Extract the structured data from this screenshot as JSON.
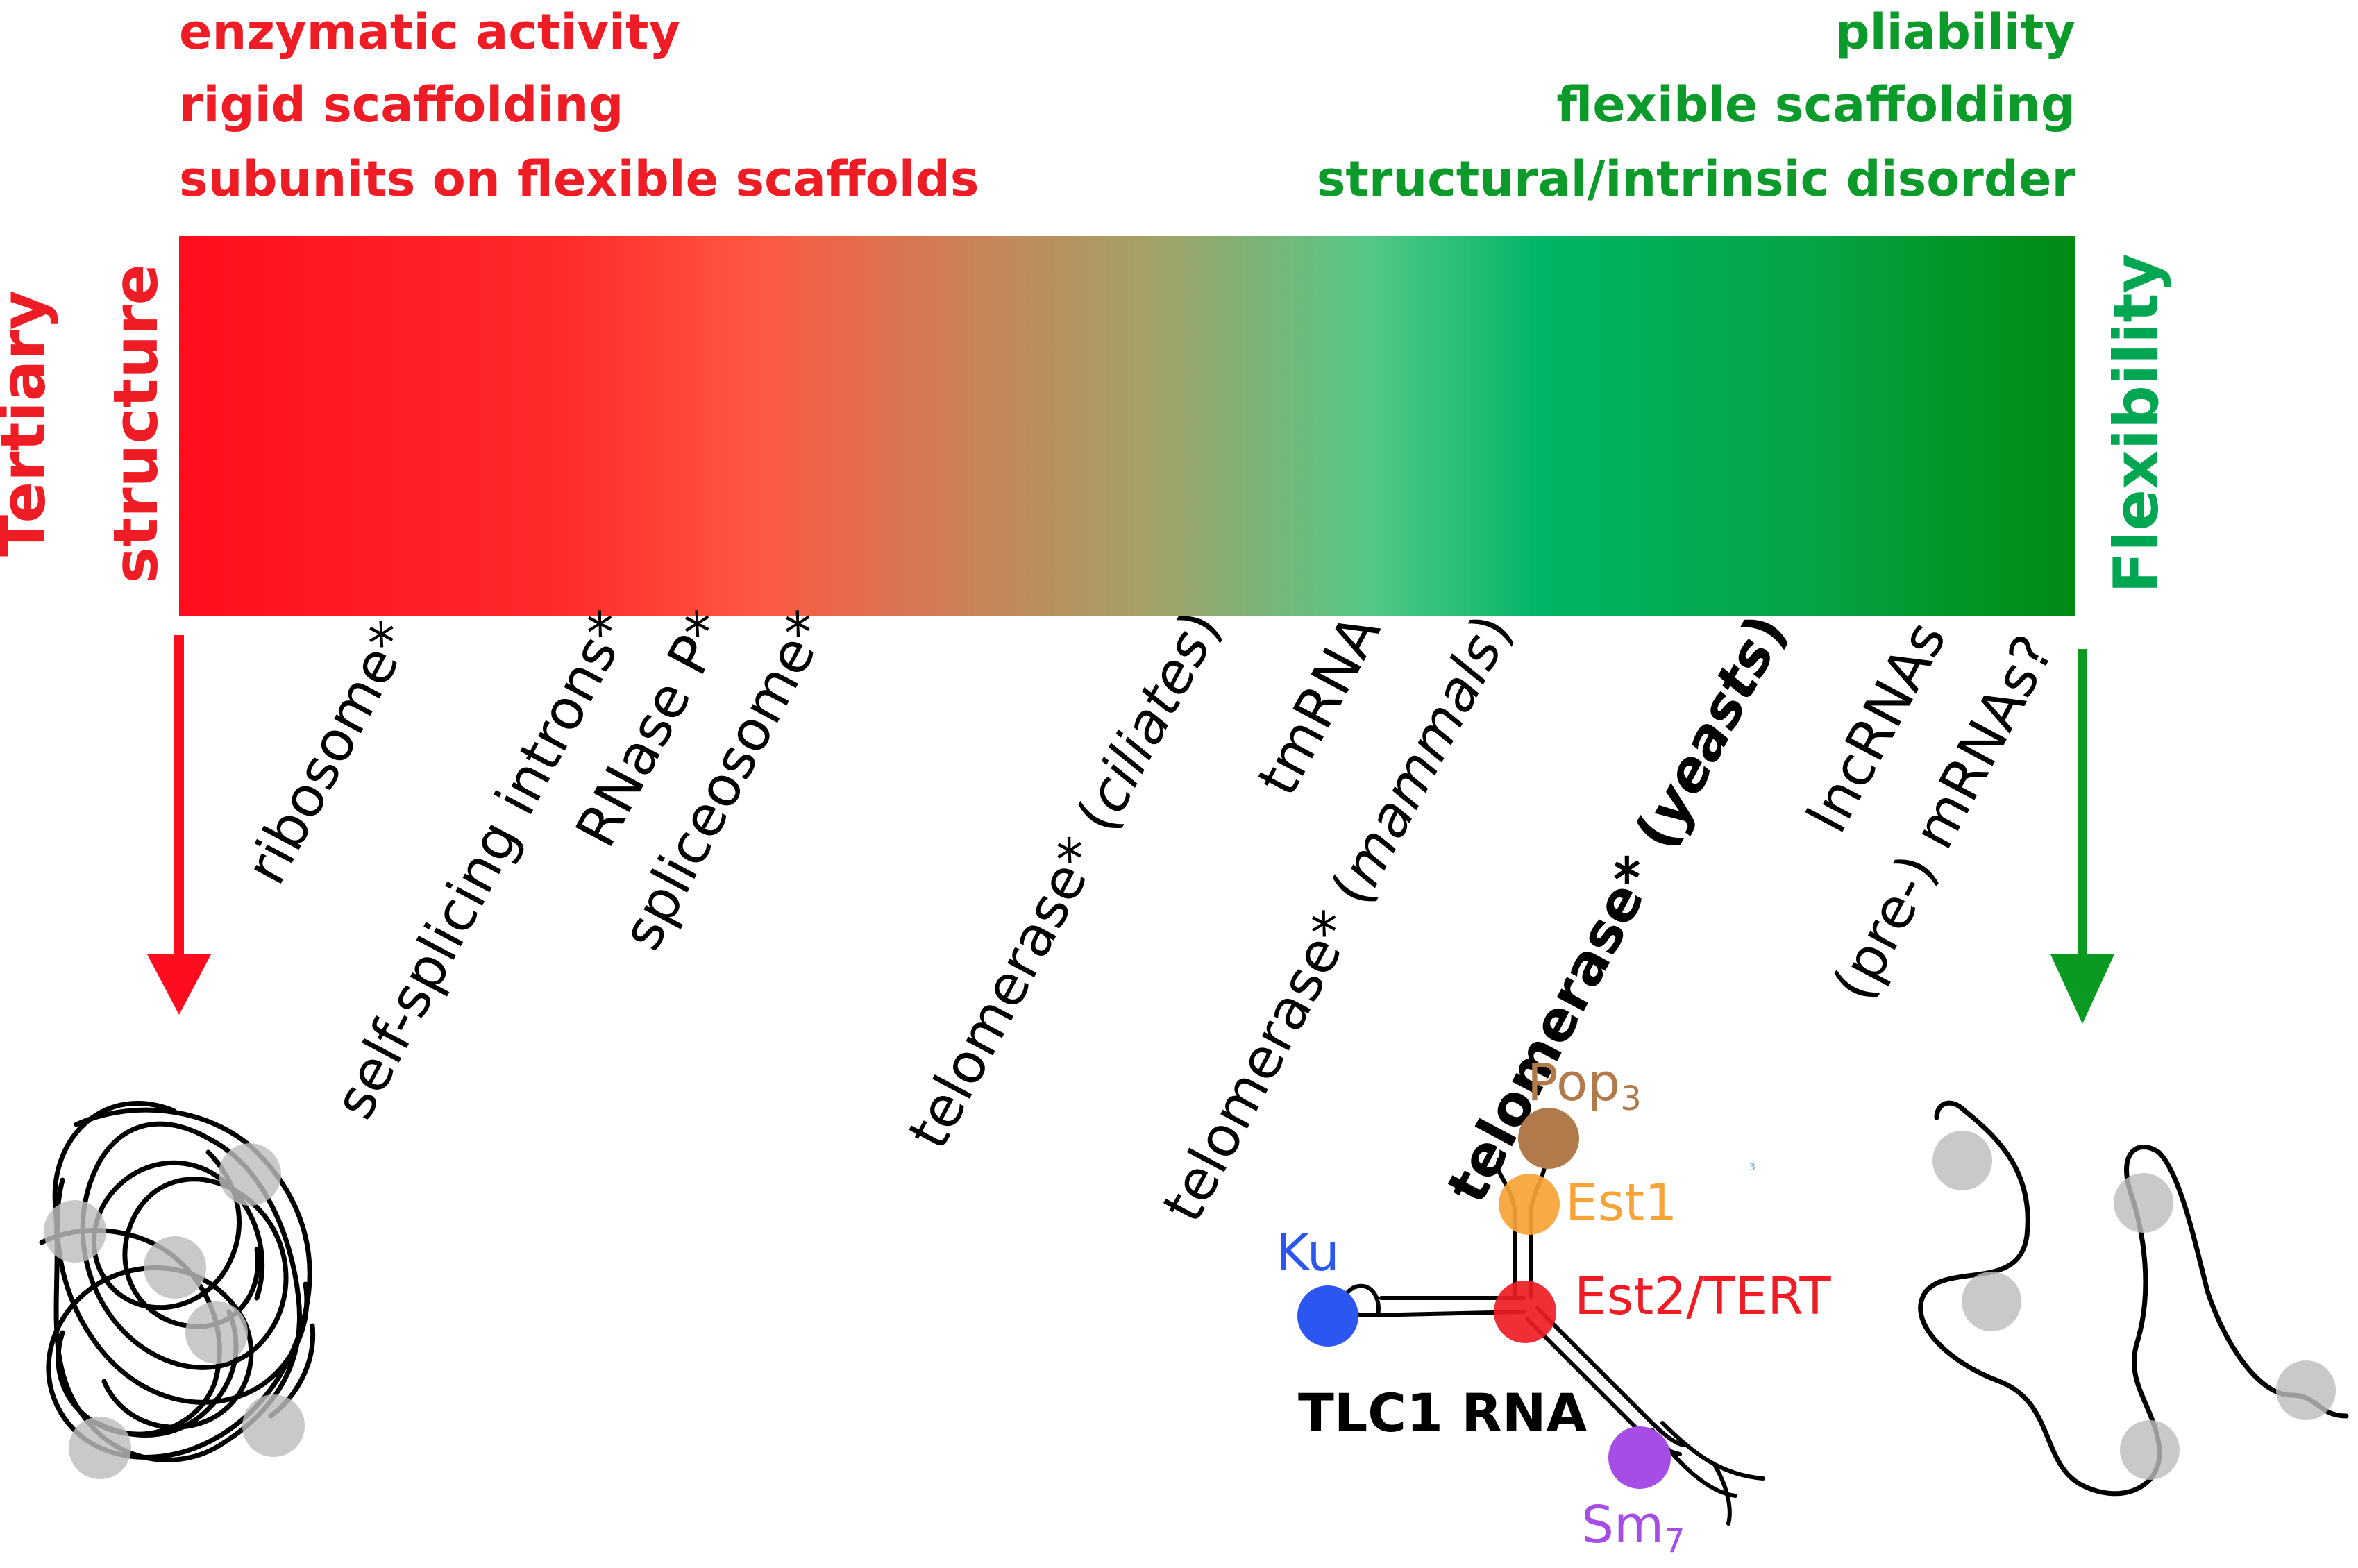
{
  "left_properties": [
    "enzymatic activity",
    "rigid scaffolding",
    "subunits on flexible scaffolds"
  ],
  "right_properties": [
    "pliability",
    "flexible scaffolding",
    "structural/intrinsic disorder"
  ],
  "left_axis": [
    "Tertiary",
    "structure"
  ],
  "right_axis": "Flexibility",
  "examples": {
    "ribosome": "ribosome*",
    "introns": "self-splicing introns*",
    "rnasep": "RNase P*",
    "spliceosome": "spliceosome*",
    "tel_ciliates_prefix": "telomerase* (",
    "tel_ciliates_species": "ciliates",
    "tel_ciliates_suffix": ")",
    "tmrna": "tmRNA",
    "tel_mammals_prefix": "telomerase* (",
    "tel_mammals_species": "mammals",
    "tel_mammals_suffix": ")",
    "tel_yeasts_prefix": "telomerase* (",
    "tel_yeasts_species": "yeasts",
    "tel_yeasts_suffix": ")",
    "lncrnas": "lncRNAs",
    "mrnas": "(pre-) mRNAs?"
  },
  "tlc1": {
    "rna_label": "TLC1 RNA",
    "pop_base": "Pop",
    "pop_sub": "3",
    "est1": "Est1",
    "est2": "Est2/TERT",
    "ku": "Ku",
    "sm_base": "Sm",
    "sm_sub": "7",
    "stray_mark": "3"
  },
  "colors": {
    "rigid_red": "#ee1c25",
    "flexible_green": "#00a651",
    "pop3": "#b07a4a",
    "est1": "#f7a336",
    "est2": "#ee1c25",
    "ku": "#2b56f0",
    "sm7": "#a64de6",
    "bead_gray": "#bdbdbd"
  }
}
